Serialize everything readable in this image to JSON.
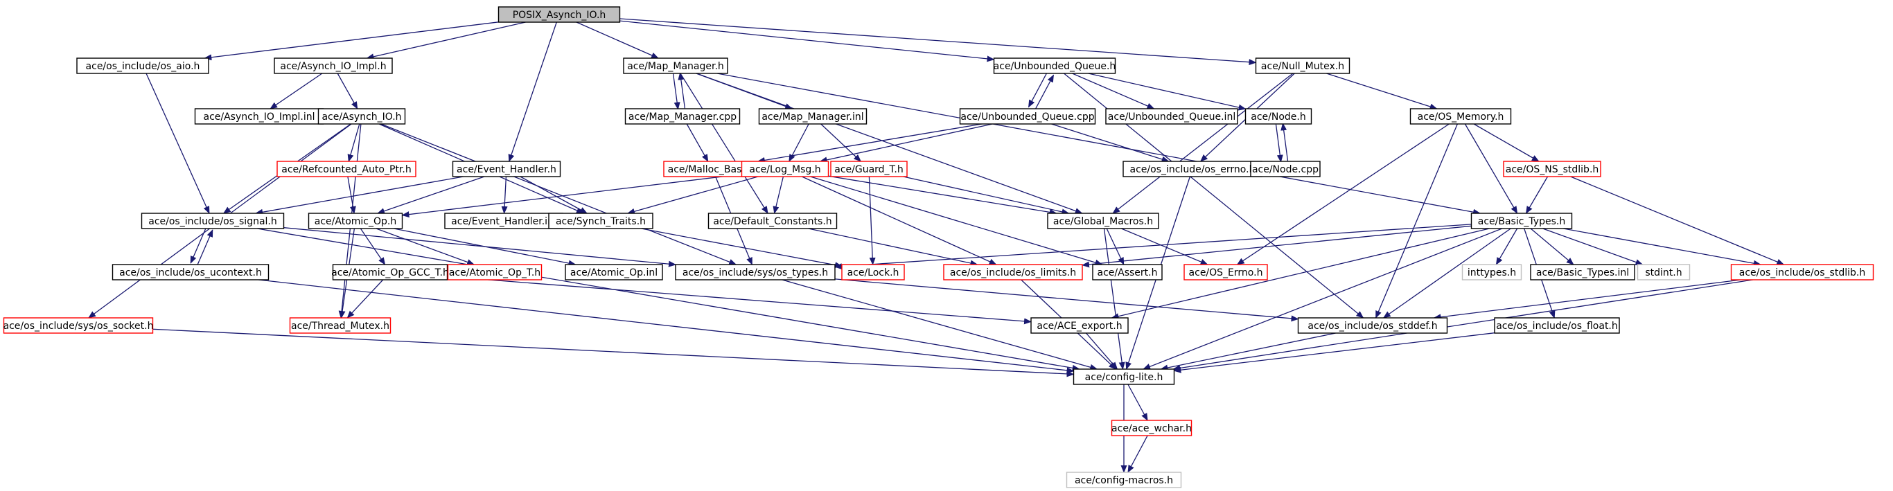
{
  "colors": {
    "normal_border": "#000000",
    "missing_border": "#ff0000",
    "external_border": "#bfbfbf",
    "root_fill": "#bfbfbf",
    "edge": "#191970",
    "text": "#000000"
  },
  "graph": {
    "nodes": [
      {
        "id": "posix",
        "label": "POSIX_Asynch_IO.h",
        "kind": "root"
      },
      {
        "id": "os_aio",
        "label": "ace/os_include/os_aio.h",
        "kind": "normal"
      },
      {
        "id": "asynch_impl",
        "label": "ace/Asynch_IO_Impl.h",
        "kind": "normal"
      },
      {
        "id": "map_manager",
        "label": "ace/Map_Manager.h",
        "kind": "normal"
      },
      {
        "id": "unbounded_queue",
        "label": "ace/Unbounded_Queue.h",
        "kind": "normal"
      },
      {
        "id": "null_mutex",
        "label": "ace/Null_Mutex.h",
        "kind": "normal"
      },
      {
        "id": "asynch_impl_inl",
        "label": "ace/Asynch_IO_Impl.inl",
        "kind": "normal"
      },
      {
        "id": "asynch_io",
        "label": "ace/Asynch_IO.h",
        "kind": "normal"
      },
      {
        "id": "map_manager_cpp",
        "label": "ace/Map_Manager.cpp",
        "kind": "normal"
      },
      {
        "id": "map_manager_inl",
        "label": "ace/Map_Manager.inl",
        "kind": "normal"
      },
      {
        "id": "unbounded_queue_cpp",
        "label": "ace/Unbounded_Queue.cpp",
        "kind": "normal"
      },
      {
        "id": "unbounded_queue_inl",
        "label": "ace/Unbounded_Queue.inl",
        "kind": "normal"
      },
      {
        "id": "node_h",
        "label": "ace/Node.h",
        "kind": "normal"
      },
      {
        "id": "os_memory",
        "label": "ace/OS_Memory.h",
        "kind": "normal"
      },
      {
        "id": "refcounted",
        "label": "ace/Refcounted_Auto_Ptr.h",
        "kind": "missing"
      },
      {
        "id": "event_handler",
        "label": "ace/Event_Handler.h",
        "kind": "normal"
      },
      {
        "id": "malloc_base",
        "label": "ace/Malloc_Base.h",
        "kind": "missing"
      },
      {
        "id": "log_msg",
        "label": "ace/Log_Msg.h",
        "kind": "missing"
      },
      {
        "id": "guard_t",
        "label": "ace/Guard_T.h",
        "kind": "missing"
      },
      {
        "id": "os_errno",
        "label": "ace/os_include/os_errno.h",
        "kind": "normal"
      },
      {
        "id": "node_cpp",
        "label": "ace/Node.cpp",
        "kind": "normal"
      },
      {
        "id": "os_ns_stdlib",
        "label": "ace/OS_NS_stdlib.h",
        "kind": "missing"
      },
      {
        "id": "os_signal",
        "label": "ace/os_include/os_signal.h",
        "kind": "normal"
      },
      {
        "id": "atomic_op",
        "label": "ace/Atomic_Op.h",
        "kind": "normal"
      },
      {
        "id": "event_handler_inl",
        "label": "ace/Event_Handler.inl",
        "kind": "normal"
      },
      {
        "id": "synch_traits",
        "label": "ace/Synch_Traits.h",
        "kind": "normal"
      },
      {
        "id": "default_constants",
        "label": "ace/Default_Constants.h",
        "kind": "normal"
      },
      {
        "id": "global_macros",
        "label": "ace/Global_Macros.h",
        "kind": "normal"
      },
      {
        "id": "basic_types",
        "label": "ace/Basic_Types.h",
        "kind": "normal"
      },
      {
        "id": "os_ucontext",
        "label": "ace/os_include/os_ucontext.h",
        "kind": "normal"
      },
      {
        "id": "atomic_gcc",
        "label": "ace/Atomic_Op_GCC_T.h",
        "kind": "normal"
      },
      {
        "id": "atomic_op_t",
        "label": "ace/Atomic_Op_T.h",
        "kind": "missing"
      },
      {
        "id": "atomic_op_inl",
        "label": "ace/Atomic_Op.inl",
        "kind": "normal"
      },
      {
        "id": "sys_types",
        "label": "ace/os_include/sys/os_types.h",
        "kind": "normal"
      },
      {
        "id": "lock_h",
        "label": "ace/Lock.h",
        "kind": "missing"
      },
      {
        "id": "os_limits",
        "label": "ace/os_include/os_limits.h",
        "kind": "missing"
      },
      {
        "id": "assert_h",
        "label": "ace/Assert.h",
        "kind": "normal"
      },
      {
        "id": "os_errno_cap",
        "label": "ace/OS_Errno.h",
        "kind": "missing"
      },
      {
        "id": "inttypes",
        "label": "inttypes.h",
        "kind": "external"
      },
      {
        "id": "basic_types_inl",
        "label": "ace/Basic_Types.inl",
        "kind": "normal"
      },
      {
        "id": "stdint",
        "label": "stdint.h",
        "kind": "external"
      },
      {
        "id": "os_stdlib",
        "label": "ace/os_include/os_stdlib.h",
        "kind": "missing"
      },
      {
        "id": "sys_socket",
        "label": "ace/os_include/sys/os_socket.h",
        "kind": "missing"
      },
      {
        "id": "thread_mutex",
        "label": "ace/Thread_Mutex.h",
        "kind": "missing"
      },
      {
        "id": "ace_export",
        "label": "ace/ACE_export.h",
        "kind": "normal"
      },
      {
        "id": "os_stddef",
        "label": "ace/os_include/os_stddef.h",
        "kind": "normal"
      },
      {
        "id": "os_float",
        "label": "ace/os_include/os_float.h",
        "kind": "normal"
      },
      {
        "id": "config_lite",
        "label": "ace/config-lite.h",
        "kind": "normal"
      },
      {
        "id": "ace_wchar",
        "label": "ace/ace_wchar.h",
        "kind": "missing"
      },
      {
        "id": "config_macros",
        "label": "ace/config-macros.h",
        "kind": "external"
      }
    ],
    "edges": [
      [
        "posix",
        "os_aio"
      ],
      [
        "posix",
        "asynch_impl"
      ],
      [
        "posix",
        "map_manager"
      ],
      [
        "posix",
        "unbounded_queue"
      ],
      [
        "posix",
        "null_mutex"
      ],
      [
        "posix",
        "event_handler"
      ],
      [
        "os_aio",
        "os_signal"
      ],
      [
        "asynch_impl",
        "asynch_impl_inl"
      ],
      [
        "asynch_impl",
        "asynch_io"
      ],
      [
        "asynch_io",
        "refcounted"
      ],
      [
        "asynch_io",
        "os_signal"
      ],
      [
        "asynch_io",
        "synch_traits"
      ],
      [
        "asynch_io",
        "sys_types"
      ],
      [
        "asynch_io",
        "sys_socket"
      ],
      [
        "asynch_io",
        "thread_mutex"
      ],
      [
        "map_manager",
        "map_manager_cpp"
      ],
      [
        "map_manager_cpp",
        "map_manager"
      ],
      [
        "map_manager",
        "map_manager_inl"
      ],
      [
        "map_manager",
        "default_constants"
      ],
      [
        "map_manager",
        "global_macros"
      ],
      [
        "map_manager",
        "basic_types"
      ],
      [
        "map_manager_cpp",
        "malloc_base"
      ],
      [
        "map_manager_inl",
        "log_msg"
      ],
      [
        "map_manager_inl",
        "guard_t"
      ],
      [
        "unbounded_queue",
        "unbounded_queue_cpp"
      ],
      [
        "unbounded_queue_cpp",
        "unbounded_queue"
      ],
      [
        "unbounded_queue",
        "unbounded_queue_inl"
      ],
      [
        "unbounded_queue",
        "node_h"
      ],
      [
        "unbounded_queue",
        "os_stddef"
      ],
      [
        "unbounded_queue_cpp",
        "malloc_base"
      ],
      [
        "unbounded_queue_cpp",
        "log_msg"
      ],
      [
        "unbounded_queue_cpp",
        "os_errno"
      ],
      [
        "node_h",
        "node_cpp"
      ],
      [
        "node_cpp",
        "node_h"
      ],
      [
        "null_mutex",
        "os_memory"
      ],
      [
        "null_mutex",
        "os_errno"
      ],
      [
        "null_mutex",
        "global_macros"
      ],
      [
        "os_memory",
        "os_ns_stdlib"
      ],
      [
        "os_memory",
        "basic_types"
      ],
      [
        "os_memory",
        "os_errno_cap"
      ],
      [
        "os_memory",
        "os_stddef"
      ],
      [
        "os_ns_stdlib",
        "basic_types"
      ],
      [
        "os_ns_stdlib",
        "os_stdlib"
      ],
      [
        "refcounted",
        "atomic_op"
      ],
      [
        "event_handler",
        "event_handler_inl"
      ],
      [
        "event_handler",
        "os_signal"
      ],
      [
        "event_handler",
        "atomic_op"
      ],
      [
        "event_handler",
        "synch_traits"
      ],
      [
        "malloc_base",
        "sys_types"
      ],
      [
        "log_msg",
        "atomic_op"
      ],
      [
        "log_msg",
        "synch_traits"
      ],
      [
        "log_msg",
        "default_constants"
      ],
      [
        "log_msg",
        "global_macros"
      ],
      [
        "log_msg",
        "os_limits"
      ],
      [
        "log_msg",
        "assert_h"
      ],
      [
        "guard_t",
        "lock_h"
      ],
      [
        "guard_t",
        "global_macros"
      ],
      [
        "os_errno",
        "config_lite"
      ],
      [
        "os_signal",
        "os_ucontext"
      ],
      [
        "os_ucontext",
        "os_signal"
      ],
      [
        "os_signal",
        "sys_types"
      ],
      [
        "os_signal",
        "config_lite"
      ],
      [
        "os_ucontext",
        "config_lite"
      ],
      [
        "atomic_op",
        "atomic_gcc"
      ],
      [
        "atomic_op",
        "atomic_op_t"
      ],
      [
        "atomic_op",
        "atomic_op_inl"
      ],
      [
        "atomic_op",
        "thread_mutex"
      ],
      [
        "atomic_gcc",
        "thread_mutex"
      ],
      [
        "atomic_gcc",
        "ace_export"
      ],
      [
        "synch_traits",
        "lock_h"
      ],
      [
        "default_constants",
        "os_limits"
      ],
      [
        "global_macros",
        "assert_h"
      ],
      [
        "global_macros",
        "os_errno_cap"
      ],
      [
        "global_macros",
        "config_lite"
      ],
      [
        "basic_types",
        "inttypes"
      ],
      [
        "basic_types",
        "basic_types_inl"
      ],
      [
        "basic_types",
        "stdint"
      ],
      [
        "basic_types",
        "os_stdlib"
      ],
      [
        "basic_types",
        "os_limits"
      ],
      [
        "basic_types",
        "sys_types"
      ],
      [
        "basic_types",
        "ace_export"
      ],
      [
        "basic_types",
        "os_stddef"
      ],
      [
        "basic_types",
        "os_float"
      ],
      [
        "basic_types",
        "config_lite"
      ],
      [
        "os_stdlib",
        "os_stddef"
      ],
      [
        "os_stdlib",
        "config_lite"
      ],
      [
        "sys_types",
        "os_stddef"
      ],
      [
        "sys_types",
        "config_lite"
      ],
      [
        "os_limits",
        "config_lite"
      ],
      [
        "ace_export",
        "config_lite"
      ],
      [
        "os_stddef",
        "config_lite"
      ],
      [
        "os_float",
        "config_lite"
      ],
      [
        "sys_socket",
        "config_lite"
      ],
      [
        "config_lite",
        "ace_wchar"
      ],
      [
        "config_lite",
        "config_macros"
      ],
      [
        "ace_wchar",
        "config_macros"
      ]
    ]
  }
}
